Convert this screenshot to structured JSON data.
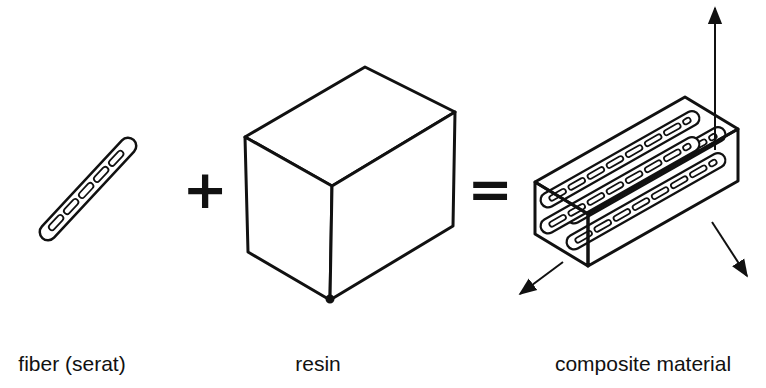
{
  "diagram": {
    "labels": [
      "+",
      "=",
      "fiber (serat)",
      "resin",
      "composite material"
    ]
  }
}
